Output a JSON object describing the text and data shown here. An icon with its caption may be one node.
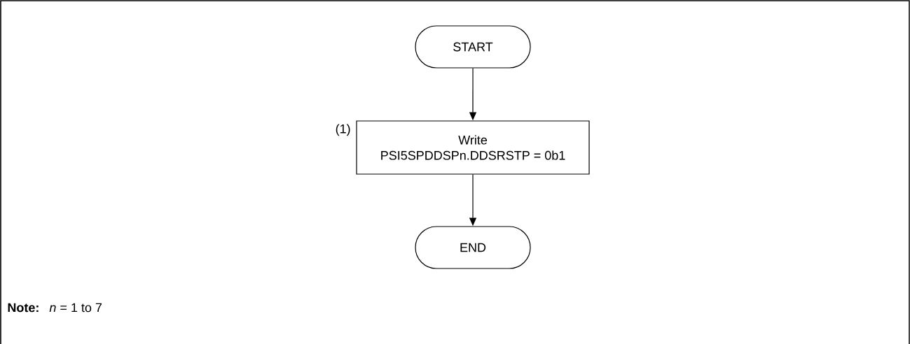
{
  "diagram": {
    "nodes": [
      {
        "text": [
          "START"
        ]
      },
      {
        "text": [
          "Write",
          "PSI5SPDDSPn.DDSRSTP = 0b1"
        ],
        "beside": [
          "(1)"
        ]
      },
      {
        "text": [
          "END"
        ]
      }
    ],
    "edges": [
      {
        "from": 0,
        "to": 1,
        "arrow": "to"
      },
      {
        "from": 1,
        "to": 2,
        "arrow": "to"
      }
    ],
    "labels": [
      "Note:",
      "*n* = 1 to 7"
    ]
  }
}
